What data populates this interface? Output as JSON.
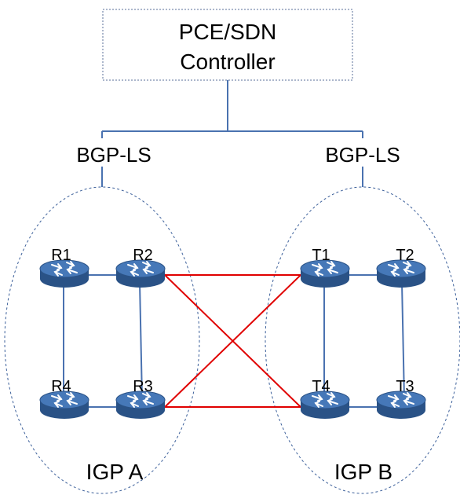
{
  "controller": {
    "line1": "PCE/SDN",
    "line2": "Controller"
  },
  "bgp_left": "BGP-LS",
  "bgp_right": "BGP-LS",
  "domain_a": "IGP A",
  "domain_b": "IGP B",
  "routers": {
    "r1": "R1",
    "r2": "R2",
    "r3": "R3",
    "r4": "R4",
    "t1": "T1",
    "t2": "T2",
    "t3": "T3",
    "t4": "T4"
  },
  "colors": {
    "router_top": "#3c6fae",
    "router_side": "#2a5286",
    "inter_link": "#e00000",
    "link": "#4a72b0",
    "dashed": "#3b5f9a"
  },
  "icons": {
    "router": "router-icon"
  }
}
